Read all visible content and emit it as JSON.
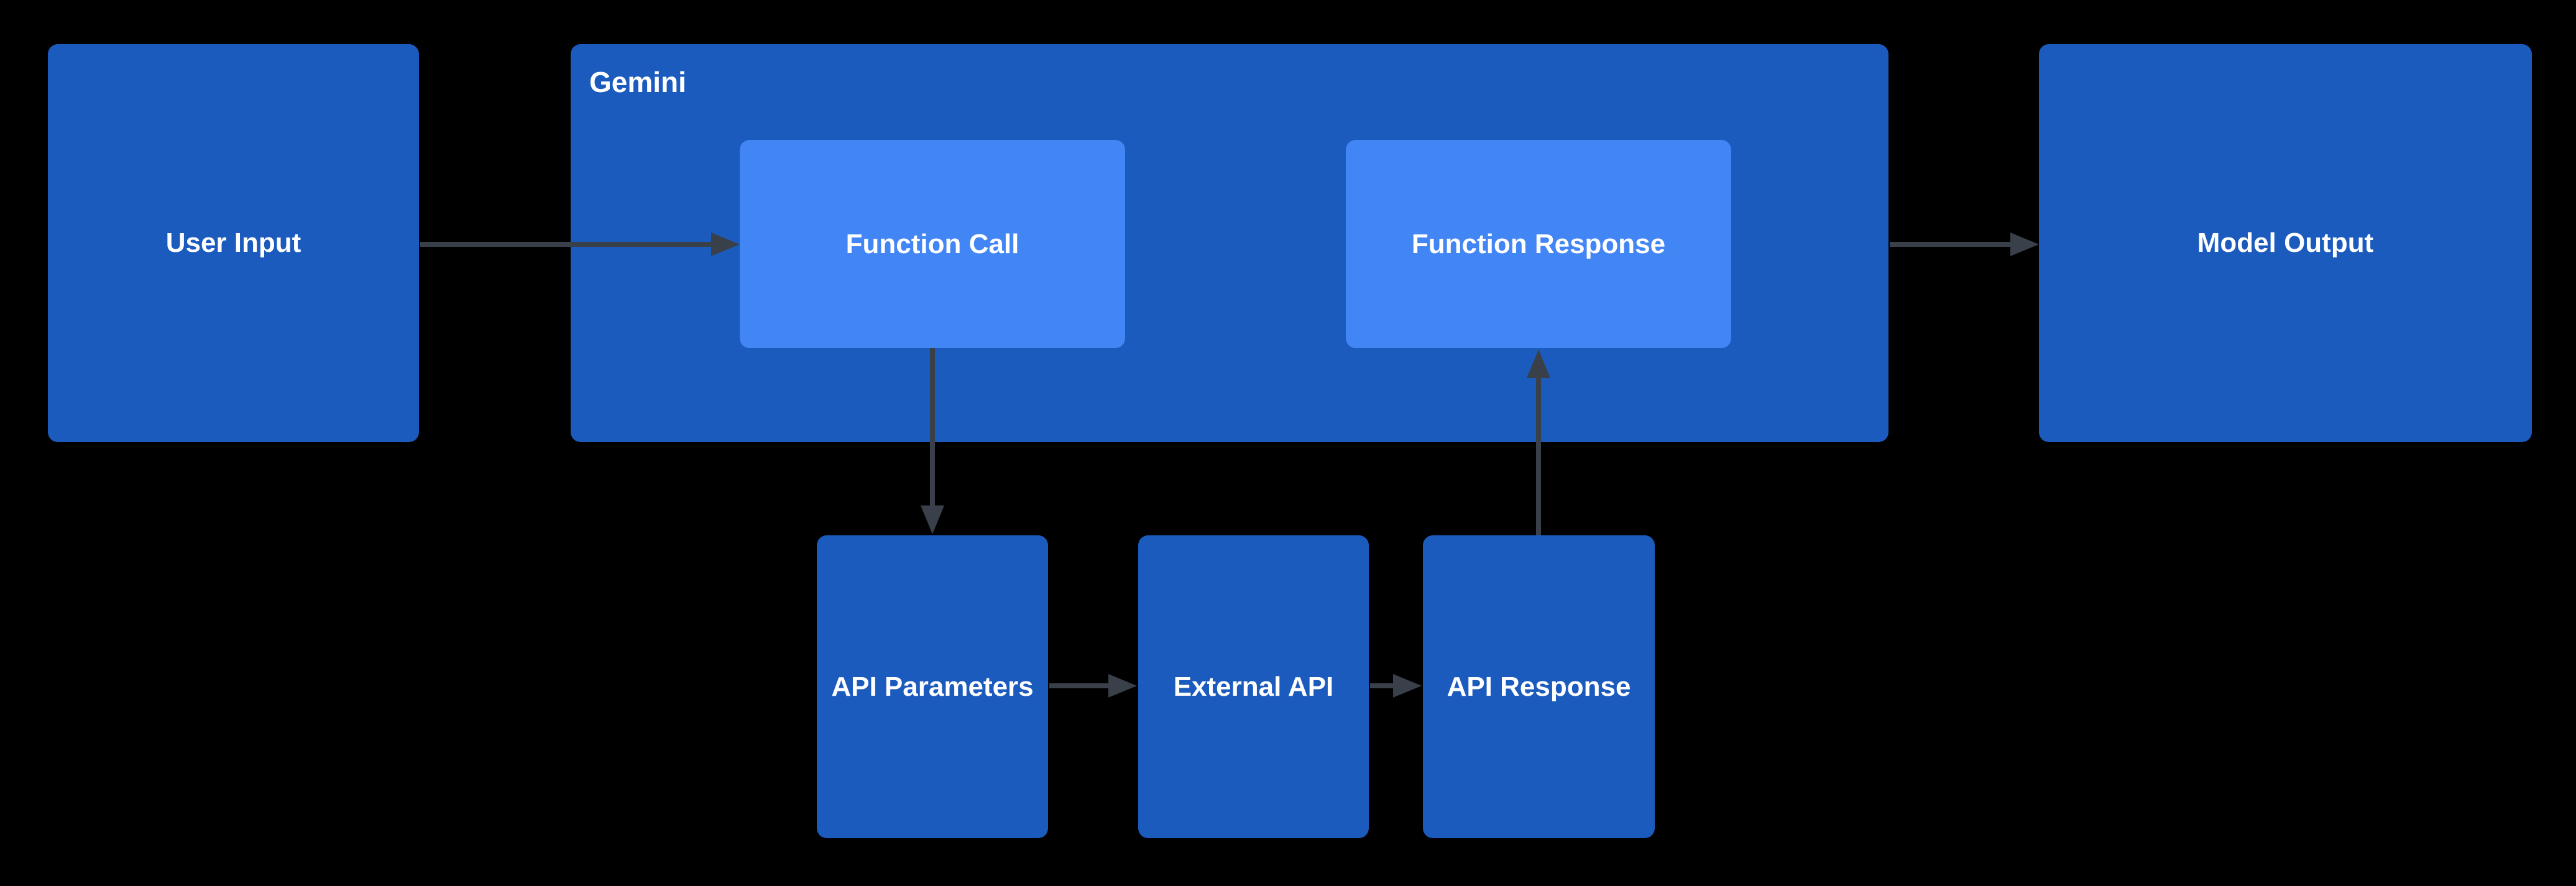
{
  "diagram": {
    "background": "#000000",
    "colors": {
      "background": "#000000",
      "box_fill": "#1b5bbd",
      "inner_box_fill": "#4285f4",
      "arrow": "#394049",
      "text": "#ffffff"
    },
    "nodes": {
      "user_input": {
        "label": "User Input"
      },
      "gemini": {
        "label": "Gemini"
      },
      "function_call": {
        "label": "Function Call"
      },
      "function_response": {
        "label": "Function Response"
      },
      "model_output": {
        "label": "Model Output"
      },
      "api_parameters": {
        "label": "API Parameters"
      },
      "external_api": {
        "label": "External API"
      },
      "api_response": {
        "label": "API Response"
      }
    },
    "flow": [
      "User Input -> Function Call",
      "Function Call -> API Parameters",
      "API Parameters -> External API",
      "External API -> API Response",
      "API Response -> Function Response",
      "Gemini -> Model Output"
    ]
  }
}
